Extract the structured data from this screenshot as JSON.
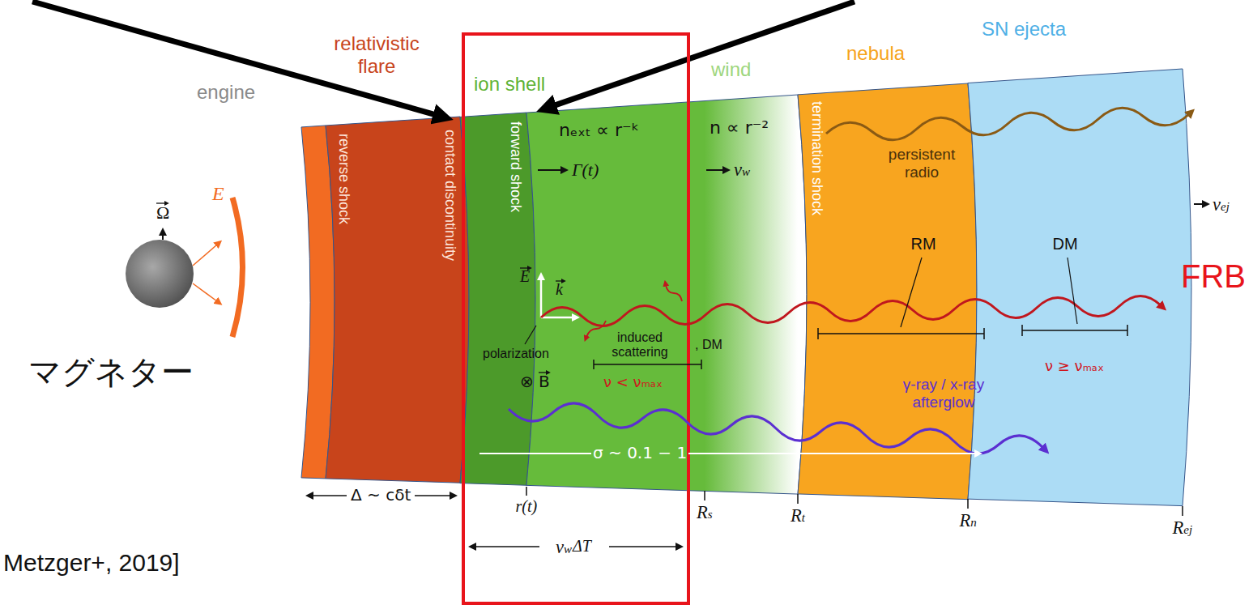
{
  "diagram": {
    "nodes": [
      {
        "text": [
          "engine"
        ]
      },
      {
        "text": [
          "relativistic flare",
          "reverse shock",
          "contact discontinuity"
        ]
      },
      {
        "text": [
          "ion shell",
          "forward shock"
        ]
      },
      {
        "text": [
          "wind"
        ]
      },
      {
        "text": [
          "nebula",
          "termination shock"
        ]
      },
      {
        "text": [
          "SN ejecta"
        ]
      }
    ],
    "labels": [
      "E",
      "Ω",
      "マグネター",
      "Metzger+, 2019]",
      "nₑₓₜ ∝ r⁻ᵏ",
      "n ∝ r⁻²",
      "Γ(t)",
      "vw",
      "induced scattering",
      ", DM",
      "E",
      "k",
      "polarization",
      "⊗ B",
      "ν < νₘₐₓ",
      "persistent radio",
      "RM",
      "DM",
      "vej",
      "FRB",
      "ν ≥ νₘₐₓ",
      "γ-ray / x-ray afterglow",
      "σ ~ 0.1 − 1",
      "Δ ~ cδt",
      "r(t)",
      "Rs",
      "Rt",
      "Rn",
      "Rej",
      "vw",
      "ΔT"
    ]
  }
}
